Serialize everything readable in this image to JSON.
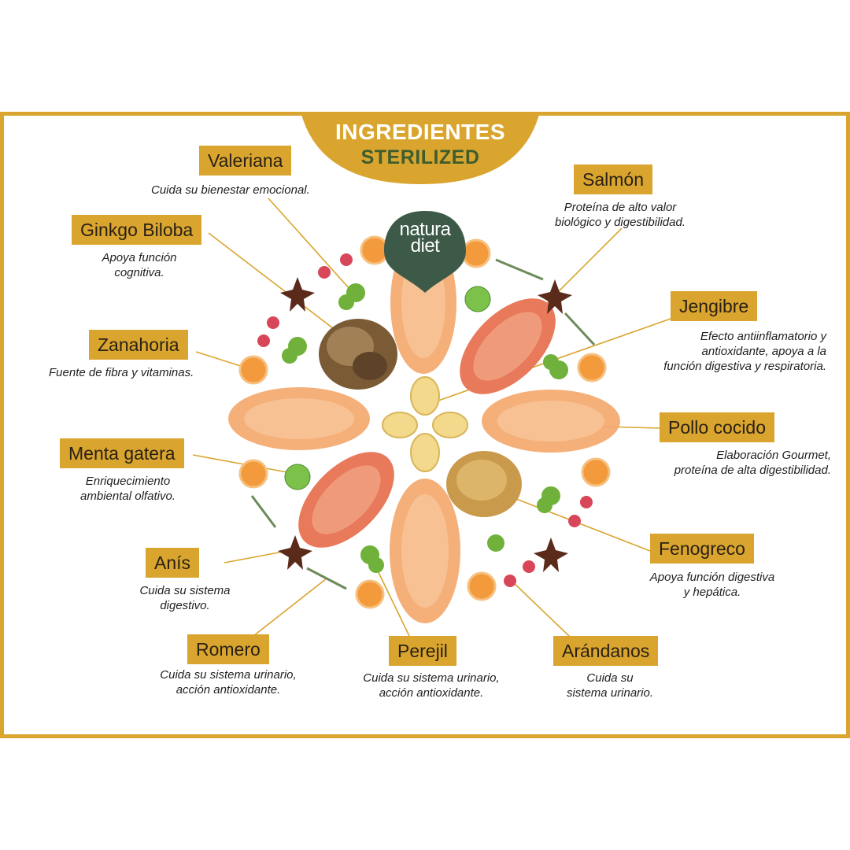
{
  "header": {
    "line1": "INGREDIENTES",
    "line2": "STERILIZED"
  },
  "logo": {
    "line1": "natura",
    "line2": "diet"
  },
  "colors": {
    "gold": "#d9a52e",
    "dark_green": "#3f5c2e",
    "logo_green": "#3d5a48"
  },
  "ingredients": {
    "valeriana": {
      "name": "Valeriana",
      "desc": "Cuida su bienestar emocional."
    },
    "ginkgo": {
      "name": "Ginkgo Biloba",
      "desc": "Apoya función\ncognitiva."
    },
    "zanahoria": {
      "name": "Zanahoria",
      "desc": "Fuente de fibra y vitaminas."
    },
    "menta": {
      "name": "Menta gatera",
      "desc": "Enriquecimiento\nambiental olfativo."
    },
    "anis": {
      "name": "Anís",
      "desc": "Cuida su sistema\ndigestivo."
    },
    "romero": {
      "name": "Romero",
      "desc": "Cuida su sistema urinario,\nacción antioxidante."
    },
    "perejil": {
      "name": "Perejil",
      "desc": "Cuida su sistema urinario,\nacción antioxidante."
    },
    "arandanos": {
      "name": "Arándanos",
      "desc": "Cuida su\nsistema urinario."
    },
    "salmon": {
      "name": "Salmón",
      "desc": "Proteína de alto valor\nbiológico y digestibilidad."
    },
    "jengibre": {
      "name": "Jengibre",
      "desc": "Efecto antiinflamatorio y\nantioxidante, apoya a la\nfunción digestiva y respiratoria."
    },
    "pollo": {
      "name": "Pollo cocido",
      "desc": "Elaboración Gourmet,\nproteína de alta digestibilidad."
    },
    "fenogreco": {
      "name": "Fenogreco",
      "desc": "Apoya función digestiva\ny hepática."
    }
  }
}
